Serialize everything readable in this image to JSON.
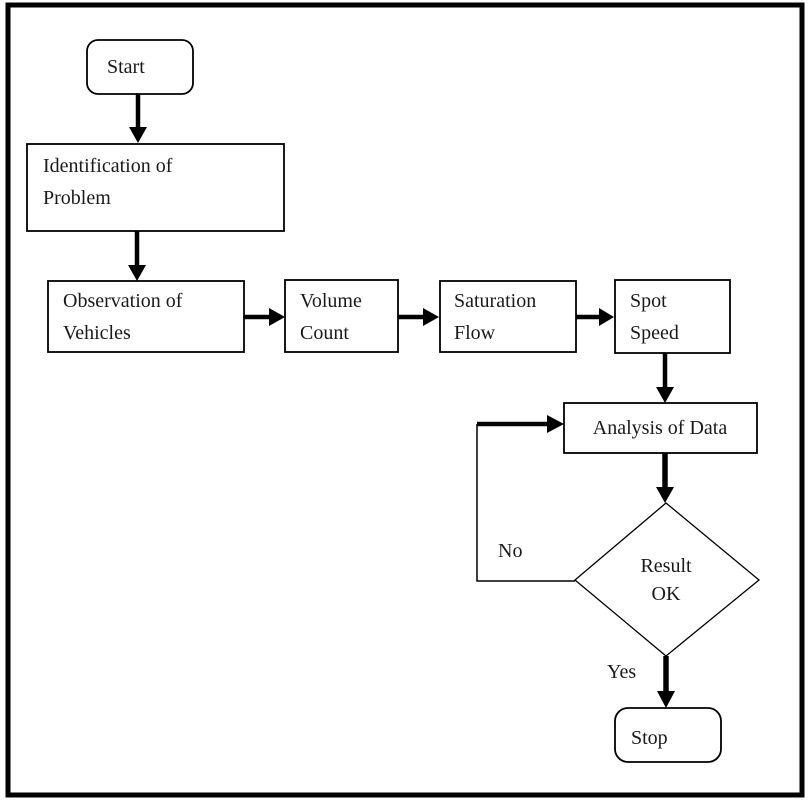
{
  "flowchart": {
    "nodes": {
      "start": {
        "label": "Start",
        "type": "terminator"
      },
      "identification": {
        "line1": "Identification of",
        "line2": "Problem",
        "type": "process"
      },
      "observation": {
        "line1": "Observation of",
        "line2": "Vehicles",
        "type": "process"
      },
      "volume": {
        "line1": "Volume",
        "line2": "Count",
        "type": "process"
      },
      "saturation": {
        "line1": "Saturation",
        "line2": "Flow",
        "type": "process"
      },
      "spot": {
        "line1": "Spot",
        "line2": "Speed",
        "type": "process"
      },
      "analysis": {
        "label": "Analysis of Data",
        "type": "process"
      },
      "decision": {
        "line1": "Result",
        "line2": "OK",
        "type": "decision"
      },
      "stop": {
        "label": "Stop",
        "type": "terminator"
      }
    },
    "edge_labels": {
      "no": "No",
      "yes": "Yes"
    },
    "colors": {
      "line": "#000000",
      "shape_fill": "#ffffff",
      "background": "#ffffff",
      "text": "#1a1a1a"
    }
  }
}
